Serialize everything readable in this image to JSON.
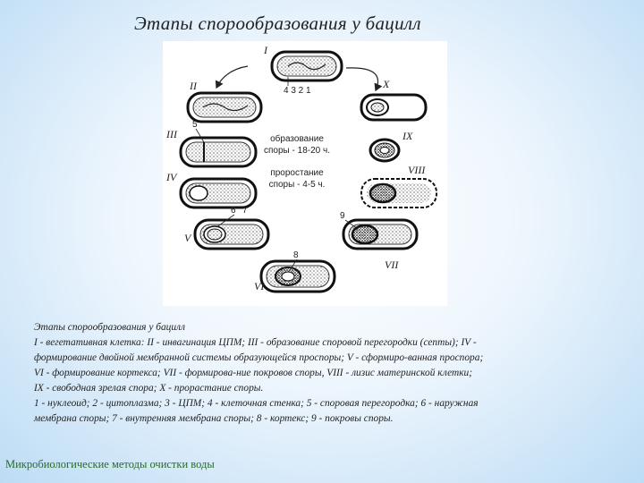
{
  "slide": {
    "title": "Этапы спорообразования у бацилл",
    "footer": "Микробиологические методы очистки воды"
  },
  "diagram": {
    "center_text_1": [
      "образование",
      "споры - 18-20 ч."
    ],
    "center_text_2": [
      "проростание",
      "споры - 4-5 ч."
    ],
    "stages": [
      "I",
      "II",
      "III",
      "IV",
      "V",
      "VI",
      "VII",
      "VIII",
      "IX",
      "X"
    ],
    "numbers": {
      "top": "4 3 2 1",
      "n5": "5",
      "n6": "6",
      "n7": "7",
      "n8": "8",
      "n9": "9"
    }
  },
  "caption": {
    "lines": [
      "Этапы спорообразования у бацилл",
      " I - вегетативная клетка: II - инвагинация ЦПМ;  III - образование споровой перегородки (септы);  IV -",
      "формирование двойной мембранной системы образующейся проспоры; V - сформиро-ванная проспора;",
      "VI - формирование кортекса;   VII - формирова-ние покровов споры,  VIII - лизис материнской клетки;",
      "IX - свободная зрелая спора; X - прорастание споры.",
      "1 - нуклеоид; 2 - цитоплазма; 3 - ЦПМ; 4 - клеточная стенка; 5 - споровая перегородка; 6 - наружная",
      "мембрана споры; 7 - внутренняя мембрана споры; 8 - кортекс; 9 - покровы споры."
    ]
  }
}
